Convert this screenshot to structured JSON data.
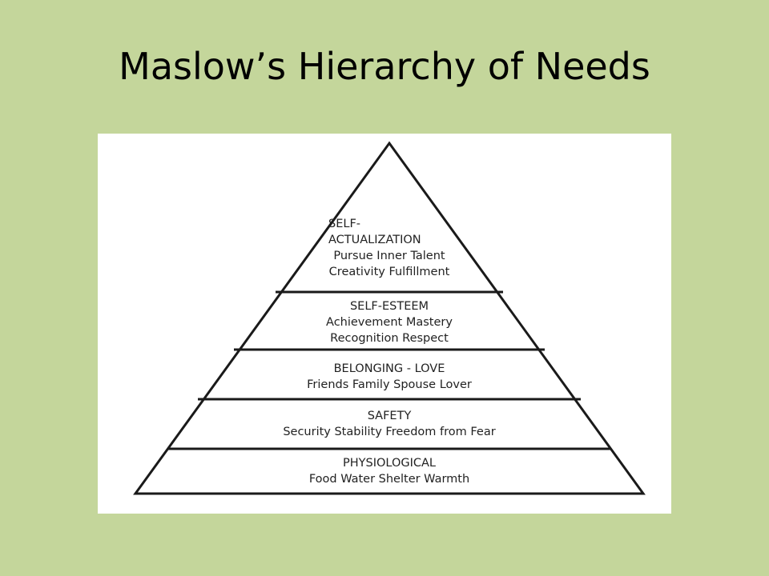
{
  "slide": {
    "title": "Maslow’s Hierarchy of Needs"
  },
  "pyramid": {
    "levels": [
      {
        "lines": [
          "SELF-",
          "ACTUALIZATION",
          "Pursue Inner Talent",
          "Creativity  Fulfillment"
        ]
      },
      {
        "lines": [
          "SELF-ESTEEM",
          "Achievement Mastery",
          "Recognition  Respect"
        ]
      },
      {
        "lines": [
          "BELONGING - LOVE",
          "Friends  Family  Spouse  Lover"
        ]
      },
      {
        "lines": [
          "SAFETY",
          "Security  Stability  Freedom from Fear"
        ]
      },
      {
        "lines": [
          "PHYSIOLOGICAL",
          "Food  Water  Shelter  Warmth"
        ]
      }
    ]
  },
  "colors": {
    "background": "#c4d69b",
    "outline": "#1a1a1a",
    "panel": "#ffffff"
  }
}
